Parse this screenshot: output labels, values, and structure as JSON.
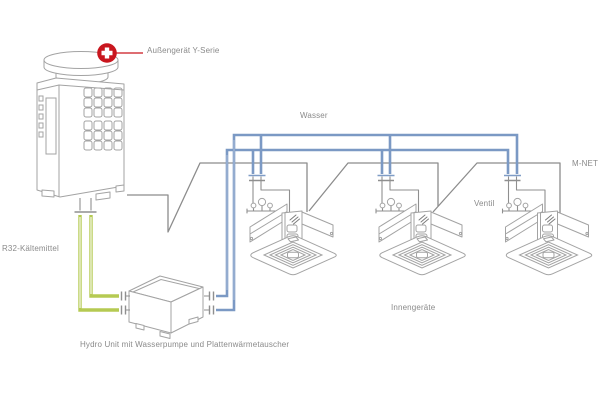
{
  "diagram": {
    "labels": {
      "outdoor_unit": "Außengerät Y-Serie",
      "water": "Wasser",
      "mnet": "M-NET",
      "valve": "Ventil",
      "indoor_units": "Innengeräte",
      "refrigerant": "R32-Kältemittel",
      "hydro_unit": "Hydro Unit mit Wasserpumpe und Plattenwärmetauscher"
    },
    "colors": {
      "brand_red": "#c9161e",
      "water_blue": "#7b99c4",
      "refrigerant_green": "#b5ca52",
      "cable_gray": "#8c8c8c",
      "line_gray": "#a3a3a3",
      "text_gray": "#8a8a8a"
    }
  }
}
